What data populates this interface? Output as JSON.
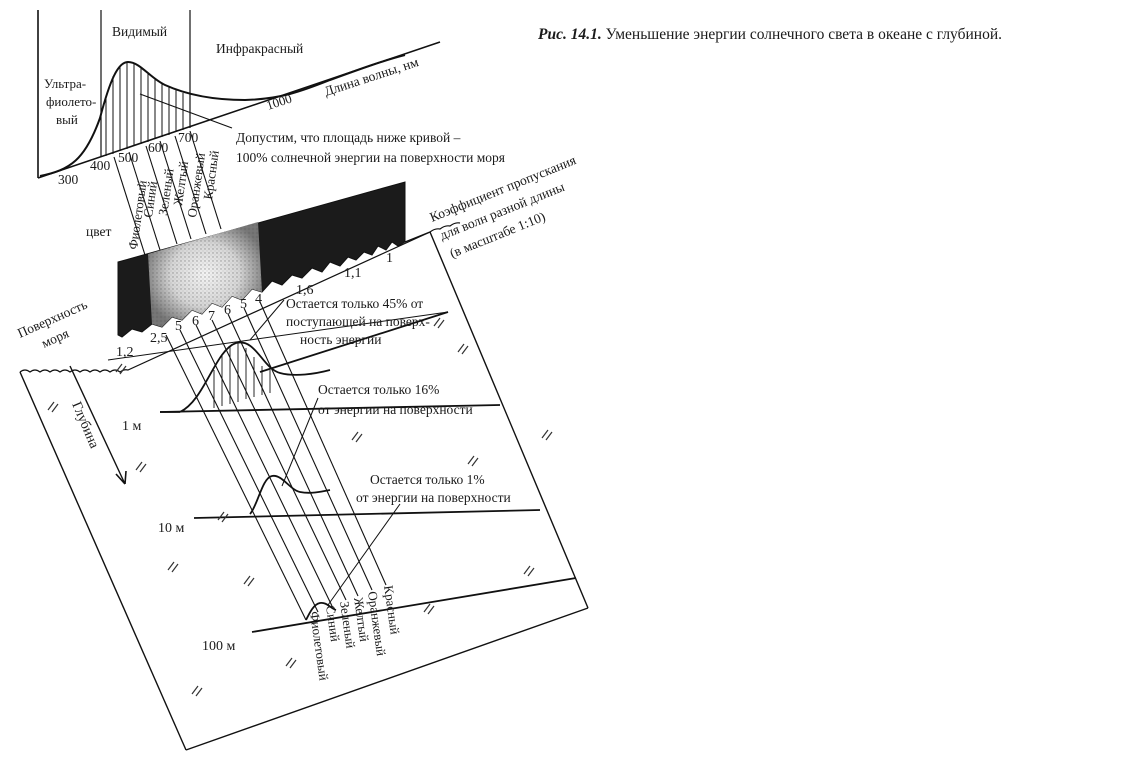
{
  "caption": {
    "number": "Рис. 14.1.",
    "text": "Уменьшение энергии солнечного света в океане с глубиной."
  },
  "spectrum": {
    "band_visible": "Видимый",
    "band_infrared": "Инфракрасный",
    "band_uv_line1": "Ультра-",
    "band_uv_line2": "фиолето-",
    "band_uv_line3": "вый",
    "axis_label": "Длина волны, нм",
    "tick_300": "300",
    "tick_400": "400",
    "tick_500": "500",
    "tick_600": "600",
    "tick_700": "700",
    "tick_1000": "1000",
    "note_line1": "Допустим, что площадь ниже кривой –",
    "note_line2": "100% солнечной энергии на поверхности моря"
  },
  "colors_top": {
    "label": "цвет",
    "items": [
      "Фиолетовый",
      "Синий",
      "Зеленый",
      "Желтый",
      "Оранжевый",
      "Красный"
    ]
  },
  "transmission": {
    "label_line1": "Коэффициент пропускания",
    "label_line2": "для волн разной длины",
    "label_line3": "(в масштабе 1:10)",
    "values_left": [
      "1,2",
      "2,5",
      "5",
      "6",
      "7",
      "6",
      "5",
      "4"
    ],
    "values_right": [
      "1,6",
      "1,1",
      "1"
    ]
  },
  "sea": {
    "surface_line1": "Поверхность",
    "surface_line2": "моря",
    "depth_label": "Глубина",
    "depth_1": "1 м",
    "depth_10": "10 м",
    "depth_100": "100 м"
  },
  "notes": {
    "n45_line1": "Остается только 45% от",
    "n45_line2": "поступающей на поверх-",
    "n45_line3": "ность энергии",
    "n16_line1": "Остается только 16%",
    "n16_line2": "от энергии на поверхности",
    "n1_line1": "Остается только 1%",
    "n1_line2": "от энергии на поверхности"
  },
  "colors_bottom": {
    "items": [
      "Фиолетовый",
      "Синий",
      "Зеленый",
      "Желтый",
      "Оранжевый",
      "Красный"
    ]
  }
}
